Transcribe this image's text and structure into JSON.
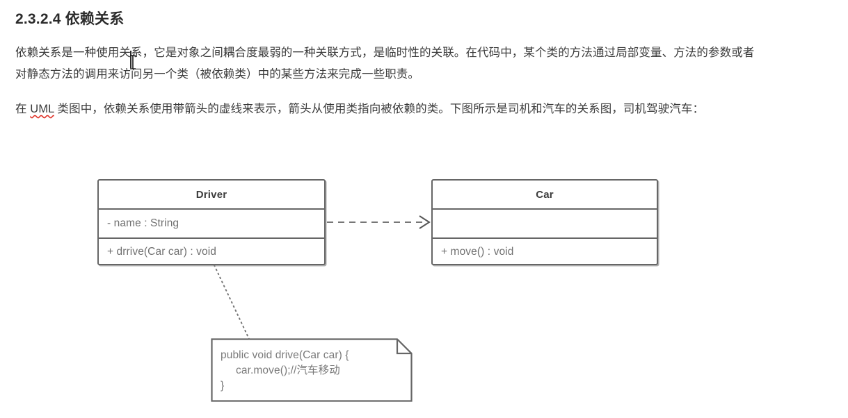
{
  "document": {
    "heading": "2.3.2.4 依赖关系",
    "paragraph1": "依赖关系是一种使用关系，它是对象之间耦合度最弱的一种关联方式，是临时性的关联。在代码中，某个类的方法通过局部变量、方法的参数或者对静态方法的调用来访问另一个类（被依赖类）中的某些方法来完成一些职责。",
    "paragraph2_before": "在 ",
    "paragraph2_spell": "UML",
    "paragraph2_after": " 类图中，依赖关系使用带箭头的虚线来表示，箭头从使用类指向被依赖的类。下图所示是司机和汽车的关系图，司机驾驶汽车："
  },
  "diagram": {
    "type": "uml-class-diagram",
    "classes": [
      {
        "id": "driver",
        "name": "Driver",
        "attributes": [
          "- name : String"
        ],
        "operations": [
          "+ drrive(Car car) : void"
        ]
      },
      {
        "id": "car",
        "name": "Car",
        "attributes": [
          ""
        ],
        "operations": [
          "+ move() : void"
        ]
      }
    ],
    "relationship": {
      "kind": "dependency",
      "style": "dashed-open-arrow",
      "from": "Driver",
      "to": "Car"
    },
    "note": {
      "attached_to": "Driver",
      "connector": "dotted",
      "lines": [
        "public void drive(Car car) {",
        "     car.move();//汽车移动",
        "}"
      ]
    }
  },
  "colors": {
    "text": "#3b3b3b",
    "heading": "#2b2b2b",
    "box_border": "#666666",
    "member_text": "#6f6f6f",
    "spellcheck_underline": "#e0352b",
    "background": "#ffffff"
  }
}
